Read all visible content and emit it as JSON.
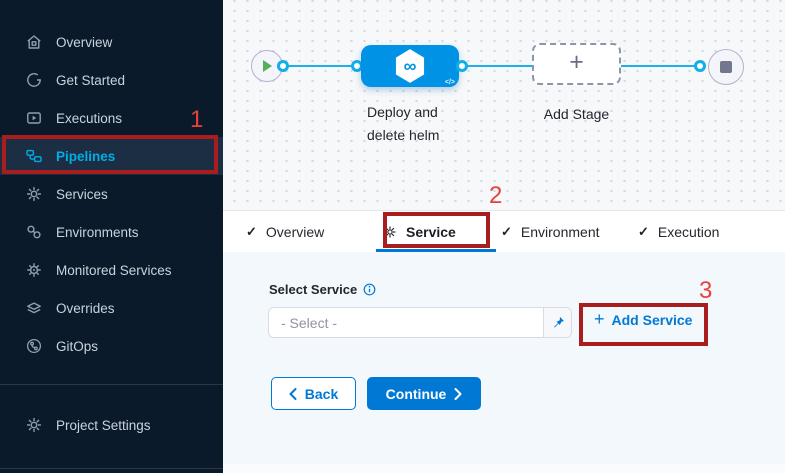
{
  "sidebar": {
    "items": [
      {
        "label": "Overview"
      },
      {
        "label": "Get Started"
      },
      {
        "label": "Executions"
      },
      {
        "label": "Pipelines",
        "active": true
      },
      {
        "label": "Services"
      },
      {
        "label": "Environments"
      },
      {
        "label": "Monitored Services"
      },
      {
        "label": "Overrides"
      },
      {
        "label": "GitOps"
      }
    ],
    "footer_item": {
      "label": "Project Settings"
    }
  },
  "pipeline": {
    "stage_label": "Deploy and delete helm",
    "add_stage_label": "Add Stage"
  },
  "tabs": {
    "overview": "Overview",
    "service": "Service",
    "environment": "Environment",
    "execution": "Execution"
  },
  "form": {
    "select_service_label": "Select Service",
    "select_value": "- Select -",
    "add_service_label": "Add Service",
    "back_label": "Back",
    "continue_label": "Continue"
  },
  "annotations": {
    "step_1": "1",
    "step_2": "2",
    "step_3": "3"
  },
  "icons": {
    "plus": "+",
    "check": "✓",
    "infinity": "∞",
    "code": "</>"
  },
  "colors": {
    "primary_blue": "#0278d5",
    "node_blue": "#0092e4",
    "flow_line_cyan": "#1eb0ec",
    "sidebar_bg": "#0a1a2b",
    "sidebar_active_cyan": "#00ade4",
    "annotation_box_red": "#a81e1e",
    "annotation_number_red": "#e8413c",
    "play_green": "#56b059"
  }
}
